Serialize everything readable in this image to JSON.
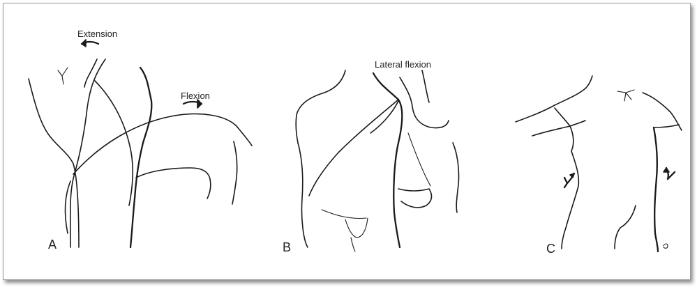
{
  "figure": {
    "panels": [
      {
        "letter": "A",
        "motions": [
          {
            "label": "Extension",
            "icon": "curved-arrow-left-icon"
          },
          {
            "label": "Flexion",
            "icon": "curved-arrow-right-icon"
          }
        ]
      },
      {
        "letter": "B",
        "motions": [
          {
            "label": "Lateral flexion"
          }
        ]
      },
      {
        "letter": "C",
        "motions": [
          {
            "icon": "rotation-arrow-left-icon"
          },
          {
            "icon": "rotation-arrow-right-icon"
          }
        ]
      }
    ],
    "colors": {
      "ink": "#1a1a1a",
      "frame": "#9a9a9a",
      "background": "#ffffff"
    }
  }
}
